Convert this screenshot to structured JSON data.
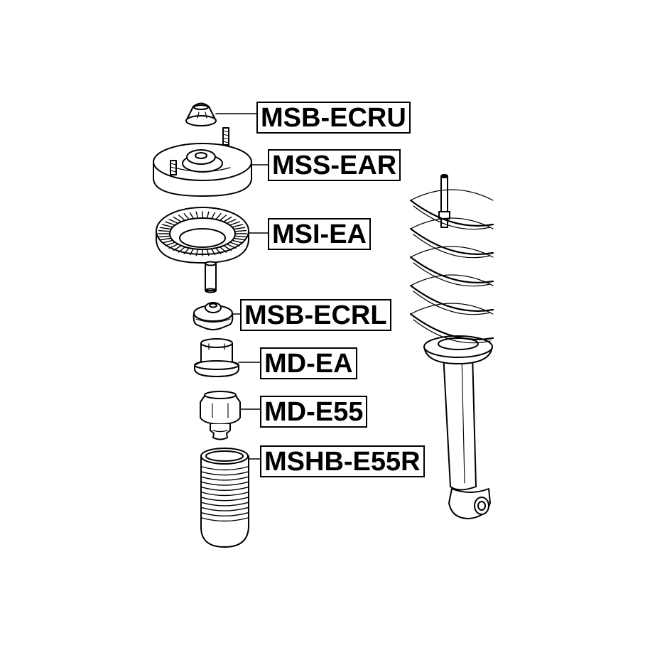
{
  "labels": {
    "part1": "MSB-ECRU",
    "part2": "MSS-EAR",
    "part3": "MSI-EA",
    "part4": "MSB-ECRL",
    "part5": "MD-EA",
    "part6": "MD-E55",
    "part7": "MSHB-E55R"
  },
  "colors": {
    "line": "#000000",
    "background": "#ffffff"
  }
}
